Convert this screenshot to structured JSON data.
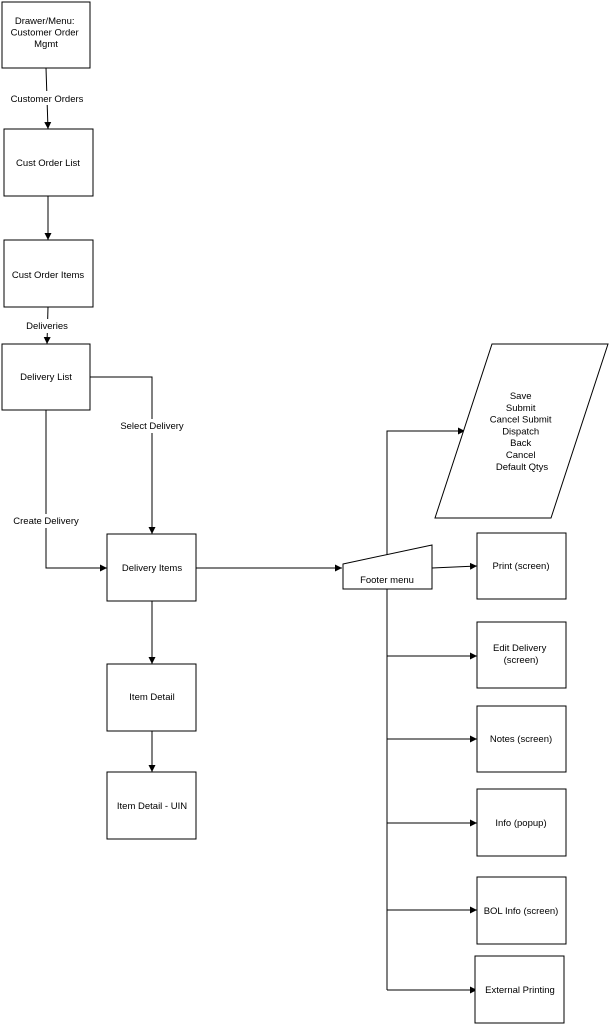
{
  "nodes": {
    "drawer": [
      "Drawer/Menu:",
      "Customer Order",
      "Mgmt"
    ],
    "cust_order_list": [
      "Cust Order List"
    ],
    "cust_order_items": [
      "Cust Order Items"
    ],
    "delivery_list": [
      "Delivery List"
    ],
    "delivery_items": [
      "Delivery Items"
    ],
    "item_detail": [
      "Item Detail"
    ],
    "item_detail_uin": [
      "Item Detail - UIN"
    ],
    "footer_menu": [
      "Footer menu"
    ],
    "actions": [
      "Save",
      "Submit",
      "Cancel Submit",
      "Dispatch",
      "Back",
      "Cancel",
      "Default Qtys"
    ],
    "print": [
      "Print (screen)"
    ],
    "edit_delivery": [
      "Edit Delivery",
      "(screen)"
    ],
    "notes": [
      "Notes (screen)"
    ],
    "info": [
      "Info (popup)"
    ],
    "bol_info": [
      "BOL Info (screen)"
    ],
    "external_printing": [
      "External Printing"
    ]
  },
  "edge_labels": {
    "customer_orders": "Customer Orders",
    "deliveries": "Deliveries",
    "select_delivery": "Select Delivery",
    "create_delivery": "Create Delivery"
  }
}
